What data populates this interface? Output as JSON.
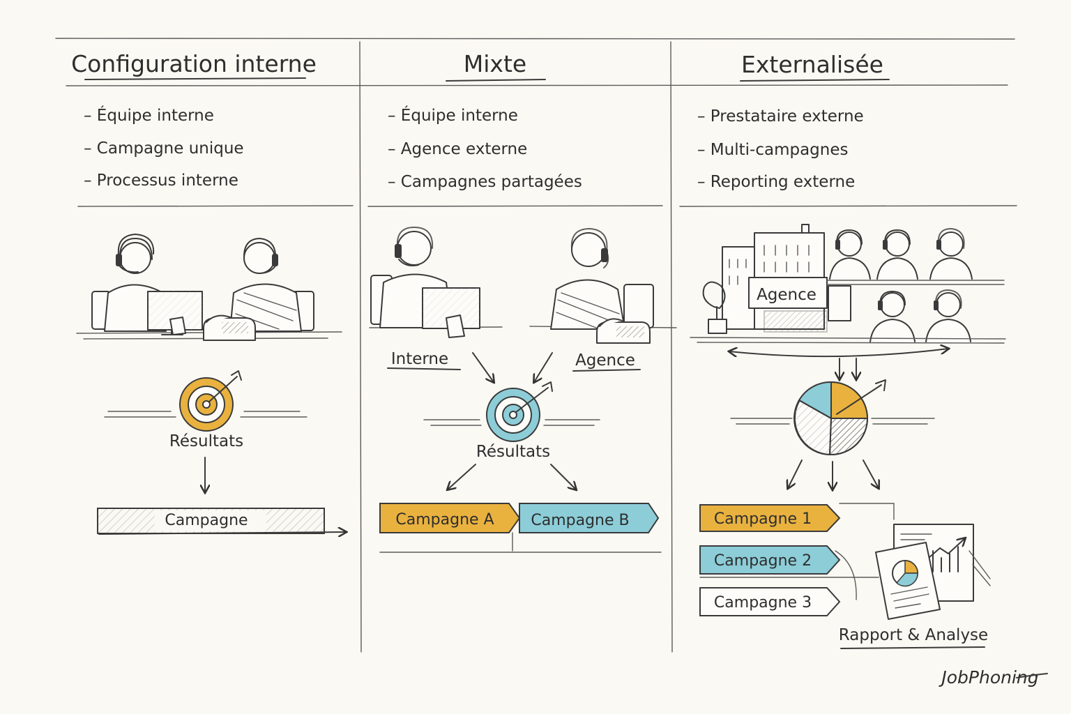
{
  "colors": {
    "background": "#fbf9f3",
    "ink": "#2e2e2e",
    "accent_yellow": "#e9b23f",
    "accent_blue": "#8ccdd8"
  },
  "columns": [
    {
      "title": "Configuration interne",
      "bullets": [
        "– Équipe interne",
        "– Campagne unique",
        "– Processus interne"
      ],
      "result_label": "Résultats",
      "campaigns": [
        "Campagne"
      ]
    },
    {
      "title": "Mixte",
      "bullets": [
        "– Équipe interne",
        "– Agence externe",
        "– Campagnes partagées"
      ],
      "source_labels": [
        "Interne",
        "Agence"
      ],
      "result_label": "Résultats",
      "campaigns": [
        "Campagne A",
        "Campagne B"
      ]
    },
    {
      "title": "Externalisée",
      "bullets": [
        "– Prestataire externe",
        "– Multi-campagnes",
        "– Reporting externe"
      ],
      "building_sign": "Agence",
      "campaigns": [
        "Campagne 1",
        "Campagne 2",
        "Campagne 3"
      ],
      "report_label": "Rapport & Analyse"
    }
  ],
  "brand": "JobPhoning",
  "icons": [
    "headset-agent-icon",
    "computer-monitor-icon",
    "desk-phone-icon",
    "target-icon",
    "arrow-icon",
    "office-building-icon",
    "pie-chart-icon",
    "report-document-icon",
    "line-chart-icon"
  ]
}
